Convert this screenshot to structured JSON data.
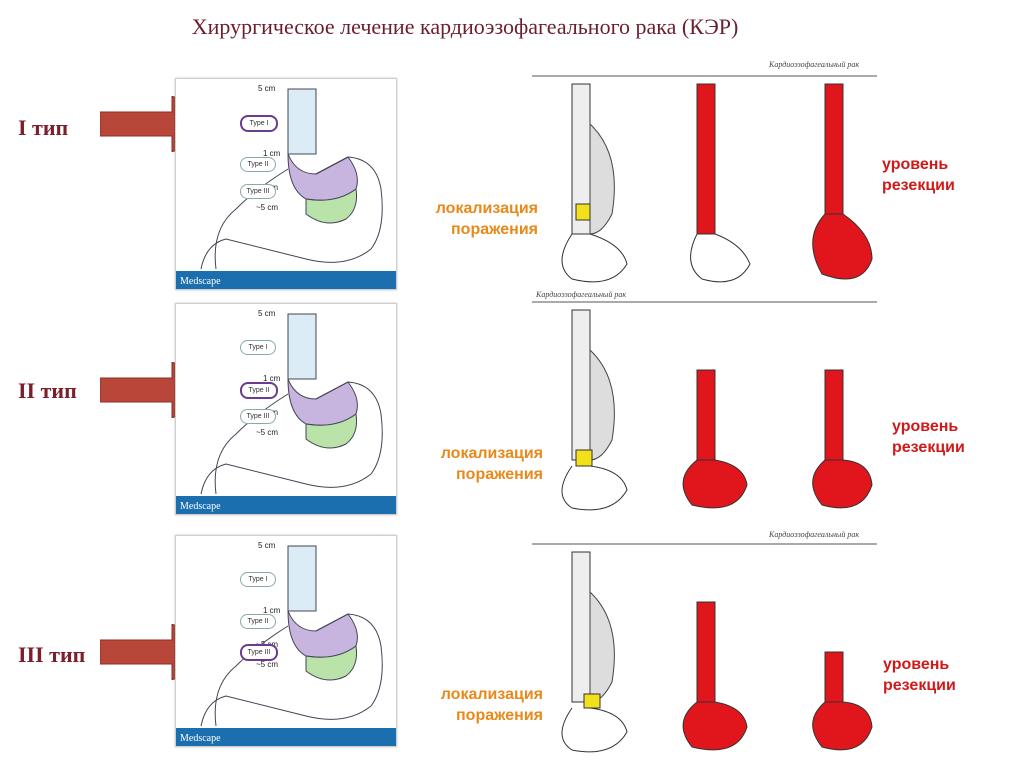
{
  "title": "Хирургическое лечение кардиоэзофагеального рака (КЭР)",
  "types": [
    {
      "label": "I тип",
      "selected": "Type I"
    },
    {
      "label": "II тип",
      "selected": "Type II"
    },
    {
      "label": "III тип",
      "selected": "Type III"
    }
  ],
  "panel_labels": {
    "cm5": "5 cm",
    "cm1": "1 cm",
    "cm2": "~2 cm",
    "cm5b": "~5 cm",
    "type1": "Type I",
    "type2": "Type II",
    "type3": "Type III",
    "brand": "Medscape"
  },
  "illustration_caption": "Кардиоэзофагеальный рак",
  "lesion_label": [
    "локализация",
    "поражения"
  ],
  "resection_label": [
    "уровень",
    "резекции"
  ],
  "colors": {
    "title": "#6b1f2e",
    "arrow": "#b8473a",
    "orange": "#e8891a",
    "red": "#d01a1a",
    "medscape_bar": "#1b6faf"
  }
}
